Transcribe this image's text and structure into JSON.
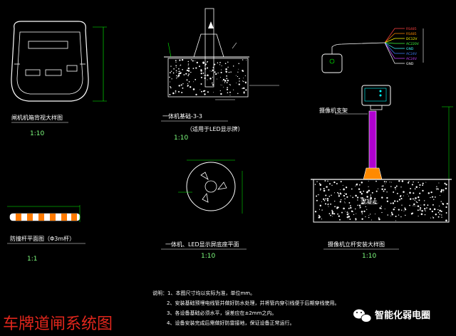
{
  "title": "车牌道闸系统图",
  "watermark": "智能化弱电圈",
  "views": {
    "gate_box_rear": {
      "label": "闸机机箱背视大样图",
      "scale": "1:10"
    },
    "anticollision": {
      "label": "防撞杆平面图（Φ3m杆）",
      "scale": "1:1"
    },
    "section": {
      "label": "一体机基础-3-3",
      "sublabel": "（适用于LED显示牌）",
      "scale": "1:10"
    },
    "led_base": {
      "label": "一体机、LED显示屏底座平面",
      "scale": "1:10"
    },
    "camera_pole": {
      "label": "摄像机立杆安装大样图",
      "scale": "1:10",
      "bracket_label": "摄像机支架",
      "foundation_label": "混凝土"
    }
  },
  "wire_labels": [
    "RS485",
    "RS485",
    "DC12V",
    "AC220V",
    "GND",
    "AC24V",
    "AC24V",
    "GND"
  ],
  "notes": [
    "说明：1、本图尺寸均以实际为准，单位mm。",
    "2、安装基础预埋电线管并做好防水处理，并将管内穿引线便于后期穿线使用。",
    "3、各设备基础必须水平，误差应在±2mm之内。",
    "4、设备安装完成后需做好防雷接地，保证设备正常运行。"
  ],
  "colors": {
    "background": "#000000",
    "lines": "#ffffff",
    "dims": "#00ff00",
    "title": "#e0261c"
  }
}
